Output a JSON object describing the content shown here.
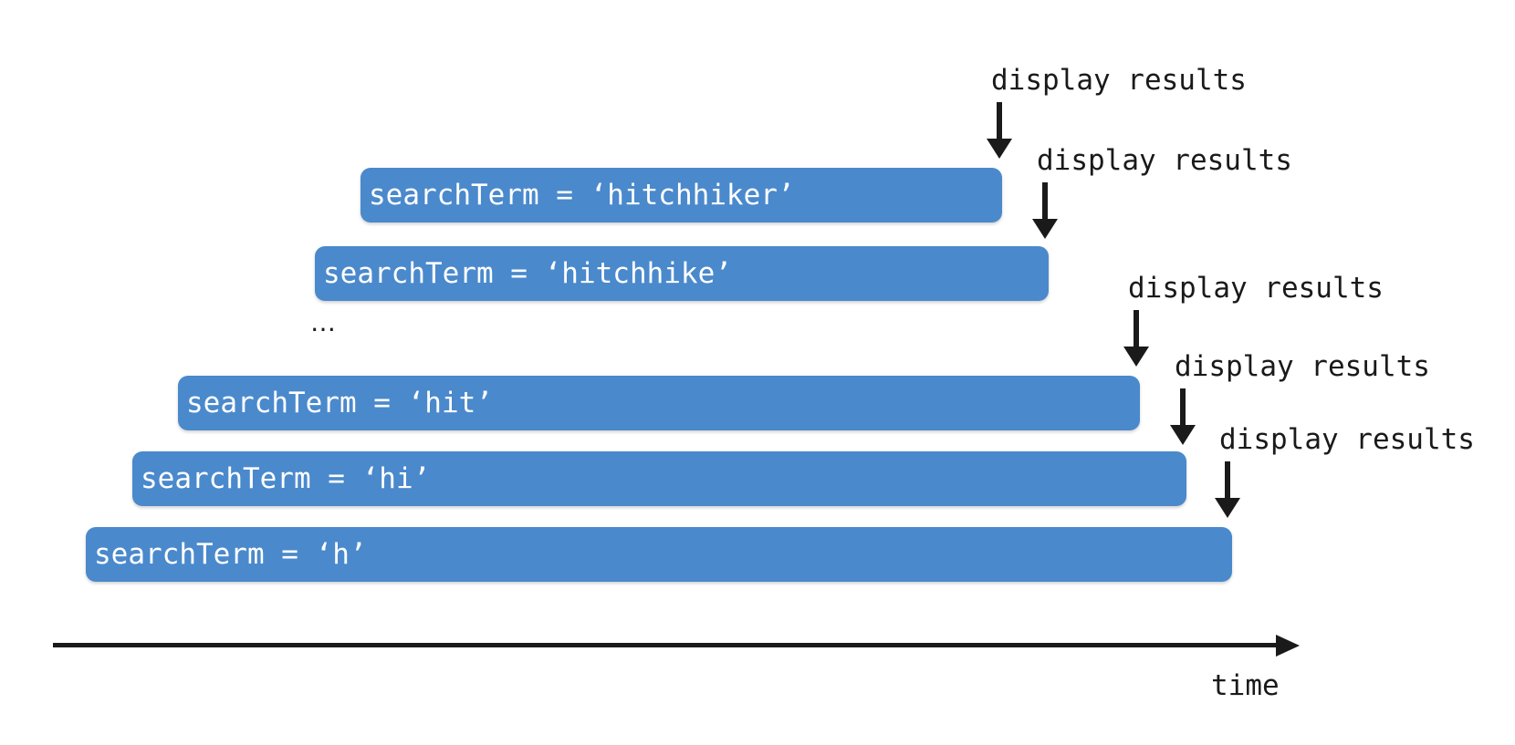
{
  "requests": [
    {
      "search_label": "searchTerm = ‘hitchhiker’",
      "result_label": "display results"
    },
    {
      "search_label": "searchTerm = ‘hitchhike’",
      "result_label": "display results"
    },
    {
      "search_label": "searchTerm = ‘hit’",
      "result_label": "display results"
    },
    {
      "search_label": "searchTerm = ‘hi’",
      "result_label": "display results"
    },
    {
      "search_label": "searchTerm = ‘h’",
      "result_label": "display results"
    }
  ],
  "ellipsis": "…",
  "axis": {
    "label": "time"
  },
  "colors": {
    "bar": "#4a89cc",
    "bar_text": "#ffffff",
    "ink": "#1a1a1a"
  },
  "icons": {
    "result_arrow": "arrow-down-icon",
    "axis_arrow": "arrow-right-icon"
  }
}
